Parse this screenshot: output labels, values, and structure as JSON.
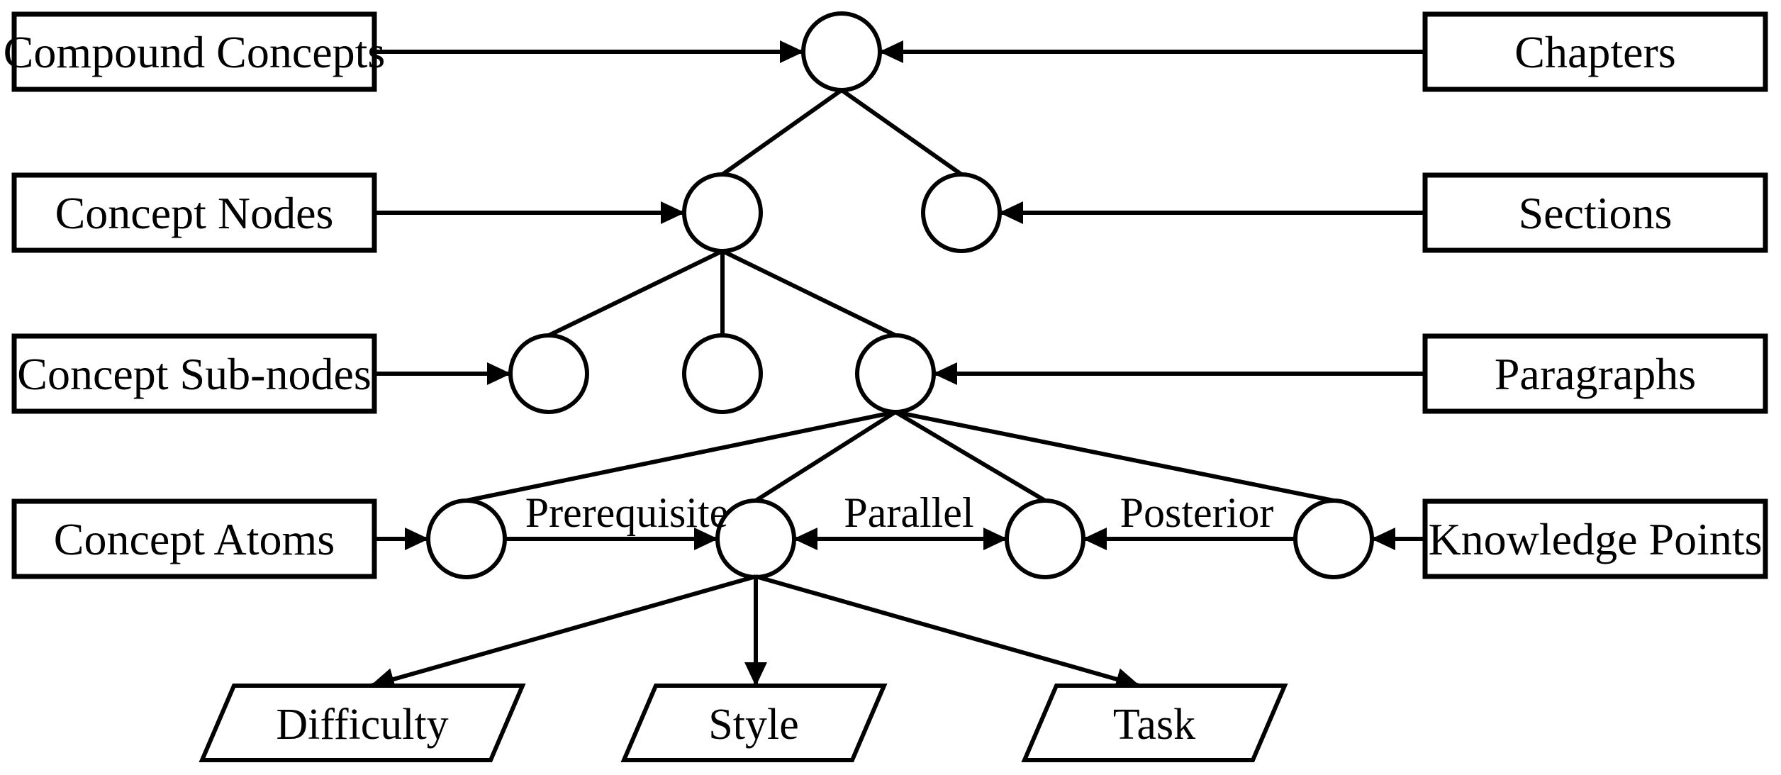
{
  "diagram": {
    "colors": {
      "stroke": "#000000",
      "background": "#ffffff"
    },
    "left_column": [
      {
        "label": "Compound Concepts"
      },
      {
        "label": "Concept Nodes"
      },
      {
        "label": "Concept Sub-nodes"
      },
      {
        "label": "Concept Atoms"
      }
    ],
    "right_column": [
      {
        "label": "Chapters"
      },
      {
        "label": "Sections"
      },
      {
        "label": "Paragraphs"
      },
      {
        "label": "Knowledge Points"
      }
    ],
    "relation_labels": [
      {
        "label": "Prerequisite"
      },
      {
        "label": "Parallel"
      },
      {
        "label": "Posterior"
      }
    ],
    "attribute_nodes": [
      {
        "label": "Difficulty"
      },
      {
        "label": "Style"
      },
      {
        "label": "Task"
      }
    ]
  }
}
